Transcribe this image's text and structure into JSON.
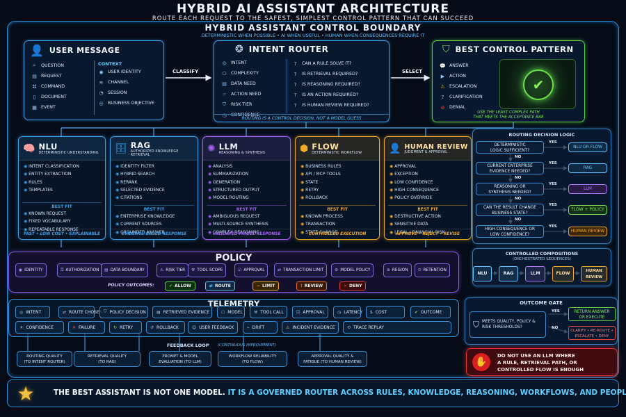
{
  "title": "HYBRID AI ASSISTANT ARCHITECTURE",
  "subtitle": "ROUTE EACH REQUEST TO THE SAFEST, SIMPLEST CONTROL PATTERN THAT CAN SUCCEED",
  "boundary": {
    "title": "HYBRID ASSISTANT CONTROL BOUNDARY",
    "subtitle": "DETERMINISTIC WHEN POSSIBLE  •  AI WHEN USEFUL  •  HUMAN WHEN CONSEQUENCES REQUIRE IT"
  },
  "user_message": {
    "title": "USER MESSAGE",
    "items": [
      "QUESTION",
      "REQUEST",
      "COMMAND",
      "DOCUMENT",
      "EVENT"
    ],
    "context_title": "CONTEXT",
    "context_items": [
      "USER IDENTITY",
      "CHANNEL",
      "SESSION",
      "BUSINESS OBJECTIVE"
    ]
  },
  "arrows": {
    "classify": "CLASSIFY",
    "select": "SELECT"
  },
  "intent_router": {
    "title": "INTENT ROUTER",
    "left": [
      "INTENT",
      "COMPLEXITY",
      "DATA NEED",
      "ACTION NEED",
      "RISK TIER",
      "CONFIDENCE"
    ],
    "right": [
      "CAN A RULE SOLVE IT?",
      "IS RETRIEVAL REQUIRED?",
      "IS REASONING REQUIRED?",
      "IS AN ACTION REQUIRED?",
      "IS HUMAN REVIEW REQUIRED?"
    ],
    "footer": "ROUTING IS A CONTROL DECISION, NOT A MODEL GUESS"
  },
  "best_control": {
    "title": "BEST CONTROL PATTERN",
    "items": [
      "ANSWER",
      "ACTION",
      "ESCALATION",
      "CLARIFICATION",
      "DENIAL"
    ],
    "footer1": "USE THE LEAST COMPLEX PATH",
    "footer2": "THAT MEETS THE ACCEPTANCE BAR"
  },
  "modules": [
    {
      "title": "NLU",
      "sub": "DETERMINISTIC UNDERSTANDING",
      "items": [
        "INTENT CLASSIFICATION",
        "ENTITY EXTRACTION",
        "RULES",
        "TEMPLATES"
      ],
      "best_fit": "BEST FIT",
      "fit": [
        "KNOWN REQUEST",
        "FIXED VOCABULARY",
        "REPEATABLE RESPONSE"
      ],
      "footer": "FAST • LOW COST • EXPLAINABLE",
      "color": "#3aa0e8"
    },
    {
      "title": "RAG",
      "sub": "AUTHORIZED KNOWLEDGE RETRIEVAL",
      "items": [
        "IDENTITY FILTER",
        "HYBRID SEARCH",
        "RERANK",
        "SELECTED EVIDENCE",
        "CITATIONS"
      ],
      "best_fit": "BEST FIT",
      "fit": [
        "ENTERPRISE KNOWLEDGE",
        "CURRENT SOURCES",
        "GROUNDED ANSWER"
      ],
      "footer": "EVIDENCE-BASED RESPONSE",
      "color": "#3aa0e8"
    },
    {
      "title": "LLM",
      "sub": "REASONING & SYNTHESIS",
      "items": [
        "ANALYSIS",
        "SUMMARIZATION",
        "GENERATION",
        "STRUCTURED OUTPUT",
        "MODEL ROUTING"
      ],
      "best_fit": "BEST FIT",
      "fit": [
        "AMBIGUOUS REQUEST",
        "MULTI-SOURCE SYNTHESIS",
        "COMPLEX REASONING"
      ],
      "footer": "VALIDATED MODEL RESPONSE",
      "color": "#a463f0"
    },
    {
      "title": "FLOW",
      "sub": "DETERMINISTIC WORKFLOW",
      "items": [
        "BUSINESS RULES",
        "API / MCP TOOLS",
        "STATE",
        "RETRY",
        "ROLLBACK"
      ],
      "best_fit": "BEST FIT",
      "fit": [
        "KNOWN PROCESS",
        "TRANSACTION",
        "STATE CHANGE"
      ],
      "footer": "CONTROLLED EXECUTION",
      "color": "#f0a828"
    },
    {
      "title": "HUMAN REVIEW",
      "sub": "JUDGMENT & APPROVAL",
      "items": [
        "APPROVAL",
        "EXCEPTION",
        "LOW CONFIDENCE",
        "HIGH CONSEQUENCE",
        "POLICY OVERRIDE"
      ],
      "best_fit": "BEST FIT",
      "fit": [
        "DESTRUCTIVE ACTION",
        "SENSITIVE DATA",
        "LEGAL / FINANCIAL RISK"
      ],
      "footer": "APPROVE • REJECT • REVISE",
      "color": "#f0a828"
    }
  ],
  "policy": {
    "title": "POLICY",
    "chips": [
      "IDENTITY",
      "AUTHORIZATION",
      "DATA BOUNDARY",
      "RISK TIER",
      "TOOL SCOPE",
      "APPROVAL",
      "TRANSACTION LIMIT",
      "MODEL POLICY",
      "REGION",
      "RETENTION"
    ],
    "outcomes_label": "POLICY OUTCOMES:",
    "outcomes": [
      "ALLOW",
      "ROUTE",
      "LIMIT",
      "REVIEW",
      "DENY"
    ]
  },
  "telemetry": {
    "title": "TELEMETRY",
    "row1": [
      "INTENT",
      "ROUTE CHOSEN",
      "POLICY DECISION",
      "RETRIEVED EVIDENCE",
      "MODEL",
      "TOOL CALL",
      "APPROVAL",
      "LATENCY",
      "COST",
      "OUTCOME"
    ],
    "row2": [
      "CONFIDENCE",
      "FAILURE",
      "RETRY",
      "ROLLBACK",
      "USER FEEDBACK",
      "DRIFT",
      "INCIDENT EVIDENCE",
      "TRACE REPLAY"
    ]
  },
  "feedback": {
    "title": "FEEDBACK LOOP",
    "sub": "(CONTINUOUS IMPROVEMENT)",
    "items": [
      [
        "ROUTING QUALITY",
        "(TO INTENT ROUTER)"
      ],
      [
        "RETRIEVAL QUALITY",
        "(TO RAG)"
      ],
      [
        "PROMPT & MODEL",
        "EVALUATION (TO LLM)"
      ],
      [
        "WORKFLOW RELIABILITY",
        "(TO FLOW)"
      ],
      [
        "APPROVAL QUALITY &",
        "FATIGUE (TO HUMAN REVIEW)"
      ]
    ]
  },
  "routing_logic": {
    "title": "ROUTING DECISION LOGIC",
    "questions": [
      [
        "DETERMINISTIC",
        "LOGIC SUFFICIENT?"
      ],
      [
        "CURRENT ENTERPRISE",
        "EVIDENCE NEEDED?"
      ],
      [
        "REASONING OR",
        "SYNTHESIS NEEDED?"
      ],
      [
        "CAN THE RESULT CHANGE",
        "BUSINESS STATE?"
      ],
      [
        "HIGH CONSEQUENCE OR",
        "LOW CONFIDENCE?"
      ]
    ],
    "answers": [
      "NLU OR FLOW",
      "RAG",
      "LLM",
      "FLOW + POLICY",
      "HUMAN REVIEW"
    ],
    "yes": "YES",
    "no": "NO"
  },
  "compositions": {
    "title": "CONTROLLED COMPOSITIONS",
    "sub": "(ORCHESTRATED SEQUENCES)",
    "steps": [
      "NLU",
      "RAG",
      "LLM",
      "FLOW",
      "HUMAN REVIEW"
    ]
  },
  "outcome_gate": {
    "title": "OUTCOME GATE",
    "question": [
      "MEETS QUALITY, POLICY &",
      "RISK THRESHOLDS?"
    ],
    "yes": "YES",
    "no": "NO",
    "yes_result": [
      "RETURN ANSWER",
      "OR EXECUTE"
    ],
    "no_result": [
      "CLARIFY • RE-ROUTE •",
      "ESCALATE • DENY"
    ]
  },
  "warning": [
    "DO NOT USE AN LLM WHERE",
    "A RULE, RETRIEVAL PATH, OR",
    "CONTROLLED FLOW IS ENOUGH"
  ],
  "bottom": {
    "part1": "THE BEST ASSISTANT IS NOT ONE MODEL.",
    "part2": "IT IS A GOVERNED ROUTER ACROSS RULES, KNOWLEDGE, REASONING, WORKFLOWS, AND PEOPLE."
  }
}
